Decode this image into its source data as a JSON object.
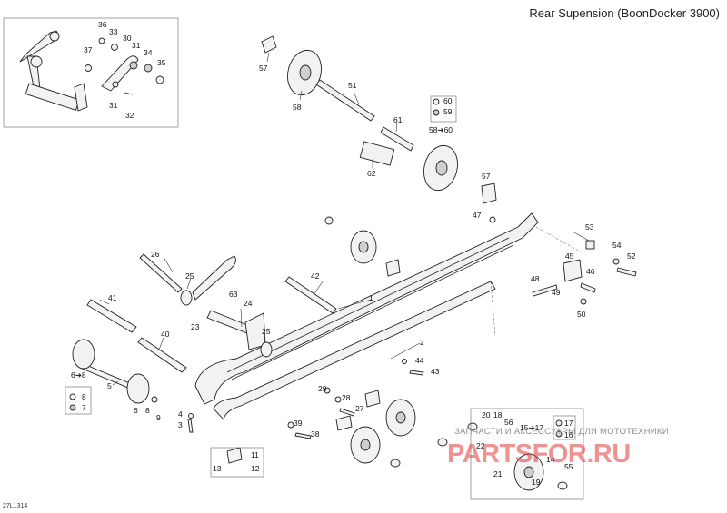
{
  "title": "Rear Supension (BoonDocker 3900)",
  "document_ref": "27L1314",
  "watermark": {
    "tagline": "ЗАПЧАСТИ И АКСЕССУАРЫ ДЛЯ МОТОТЕХНИКИ",
    "brand": "PARTSFOR.RU"
  },
  "callouts": [
    {
      "id": "c1",
      "label": "1"
    },
    {
      "id": "c2",
      "label": "2"
    },
    {
      "id": "c3",
      "label": "3"
    },
    {
      "id": "c4",
      "label": "4"
    },
    {
      "id": "c5",
      "label": "5"
    },
    {
      "id": "c6",
      "label": "6"
    },
    {
      "id": "c6to8",
      "label": "6➔8"
    },
    {
      "id": "c7",
      "label": "7"
    },
    {
      "id": "c8",
      "label": "8"
    },
    {
      "id": "c9",
      "label": "9"
    },
    {
      "id": "c11",
      "label": "11"
    },
    {
      "id": "c12",
      "label": "12"
    },
    {
      "id": "c13",
      "label": "13"
    },
    {
      "id": "c14",
      "label": "14"
    },
    {
      "id": "c15to17",
      "label": "15➔17"
    },
    {
      "id": "c16",
      "label": "16"
    },
    {
      "id": "c17",
      "label": "17"
    },
    {
      "id": "c18",
      "label": "18"
    },
    {
      "id": "c19",
      "label": "19"
    },
    {
      "id": "c20",
      "label": "20"
    },
    {
      "id": "c21",
      "label": "21"
    },
    {
      "id": "c22",
      "label": "22"
    },
    {
      "id": "c23",
      "label": "23"
    },
    {
      "id": "c24",
      "label": "24"
    },
    {
      "id": "c25a",
      "label": "25"
    },
    {
      "id": "c25b",
      "label": "25"
    },
    {
      "id": "c26",
      "label": "26"
    },
    {
      "id": "c27",
      "label": "27"
    },
    {
      "id": "c28",
      "label": "28"
    },
    {
      "id": "c29",
      "label": "29"
    },
    {
      "id": "c31a",
      "label": "31"
    },
    {
      "id": "c31b",
      "label": "31"
    },
    {
      "id": "c32",
      "label": "32"
    },
    {
      "id": "c33",
      "label": "33"
    },
    {
      "id": "c34",
      "label": "34"
    },
    {
      "id": "c35",
      "label": "35"
    },
    {
      "id": "c36",
      "label": "36"
    },
    {
      "id": "c37",
      "label": "37"
    },
    {
      "id": "c38",
      "label": "38"
    },
    {
      "id": "c39",
      "label": "39"
    },
    {
      "id": "c40",
      "label": "40"
    },
    {
      "id": "c41",
      "label": "41"
    },
    {
      "id": "c42",
      "label": "42"
    },
    {
      "id": "c43",
      "label": "43"
    },
    {
      "id": "c44",
      "label": "44"
    },
    {
      "id": "c45",
      "label": "45"
    },
    {
      "id": "c46",
      "label": "46"
    },
    {
      "id": "c47",
      "label": "47"
    },
    {
      "id": "c48",
      "label": "48"
    },
    {
      "id": "c49",
      "label": "49"
    },
    {
      "id": "c50",
      "label": "50"
    },
    {
      "id": "c51",
      "label": "51"
    },
    {
      "id": "c52",
      "label": "52"
    },
    {
      "id": "c53",
      "label": "53"
    },
    {
      "id": "c54",
      "label": "54"
    },
    {
      "id": "c55",
      "label": "55"
    },
    {
      "id": "c56",
      "label": "56"
    },
    {
      "id": "c57a",
      "label": "57"
    },
    {
      "id": "c57b",
      "label": "57"
    },
    {
      "id": "c58",
      "label": "58"
    },
    {
      "id": "c58to60",
      "label": "58➔60"
    },
    {
      "id": "c59",
      "label": "59"
    },
    {
      "id": "c60",
      "label": "60"
    },
    {
      "id": "c61",
      "label": "61"
    },
    {
      "id": "c62",
      "label": "62"
    },
    {
      "id": "c63",
      "label": "63"
    }
  ]
}
